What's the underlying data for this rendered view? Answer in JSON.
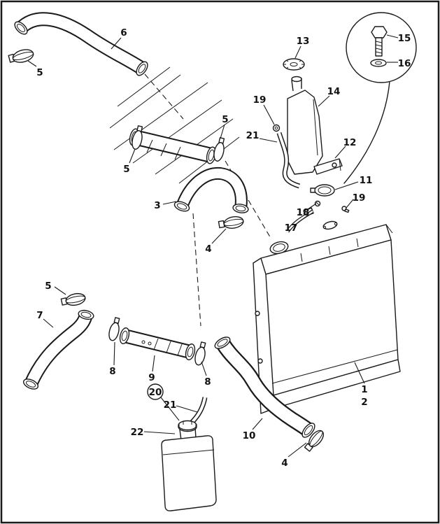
{
  "colors": {
    "ink": "#1a1a1a",
    "paper": "#ffffff"
  },
  "callouts": [
    "6",
    "5",
    "13",
    "15",
    "16",
    "14",
    "19",
    "21",
    "12",
    "5",
    "5",
    "3",
    "11",
    "18",
    "19",
    "17",
    "4",
    "5",
    "7",
    "8",
    "9",
    "8",
    "20",
    "21",
    "22",
    "10",
    "4",
    "1",
    "2"
  ]
}
